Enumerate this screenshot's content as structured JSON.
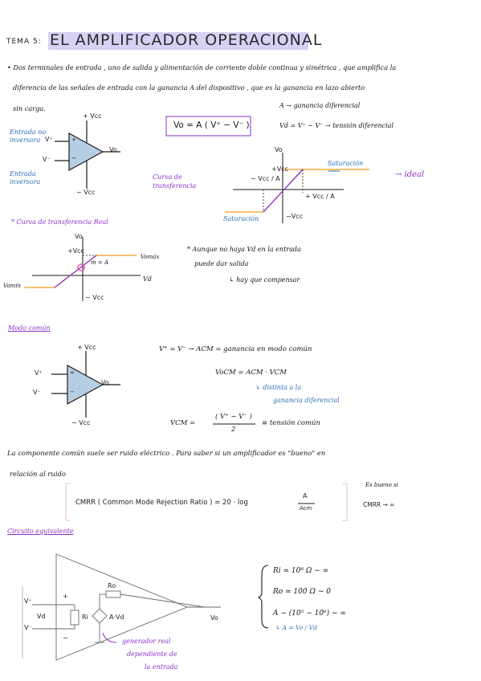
{
  "header": {
    "tag": "TEMA 5:",
    "title": "EL AMPLIFICADOR OPERACIONAL"
  },
  "intro": {
    "line1": "• Dos terminales de entrada , uno de salida y alimentación de corriente doble continua y simétrica , que amplifica la",
    "line2": "diferencia de las señales de entrada con la ganancia A del dispositivo , que es la ganancia en lazo abierto",
    "line3": "sin carga."
  },
  "opamp1": {
    "vcc_pos": "+ Vcc",
    "vcc_neg": "− Vcc",
    "vplus": "V⁺",
    "vminus": "V⁻",
    "vo": "Vo",
    "label_noninv": "Entrada no inversora",
    "label_inv": "Entrada inversora",
    "sign_plus": "+",
    "sign_minus": "−"
  },
  "main_formula": "Vo = A ( V⁺ − V⁻ )",
  "definitions": {
    "a_def": "A → ganancia diferencial",
    "vd_def": "Vd = V⁺ − V⁻ → tensión diferencial"
  },
  "transfer_curve": {
    "label": "Curva de transferencia",
    "vo_axis": "Vo",
    "vcc_pos": "+Vcc",
    "vcc_neg": "−Vcc",
    "neg_x": "− Vcc / A",
    "pos_x": "+ Vcc / A",
    "sat_top": "Saturación",
    "sat_bottom": "Saturación",
    "ideal": "→ ideal"
  },
  "real_curve": {
    "label": "* Curva de transferencia Real",
    "vo_axis": "Vo",
    "vcc_pos": "+Vcc",
    "vcc_neg": "− Vcc",
    "vomax": "Vomáx",
    "vomin": "Vomín",
    "vd": "Vd",
    "slope": "m = A"
  },
  "note": {
    "line1": "* Aunque no haya Vd en la entrada",
    "line2": "puede dar salida",
    "line3": "↳ hay que compensar"
  },
  "common_mode": {
    "heading": "Modo común",
    "eq1": "V⁺ = V⁻  →  ACM = ganancia en modo común",
    "eq2": "VoCM = ACM · VCM",
    "eq2_note1": "↳ distinta a la",
    "eq2_note2": "ganancia diferencial",
    "vcm_lhs": "VCM =",
    "vcm_num": "( V⁺ − V⁻ )",
    "vcm_den": "2",
    "vcm_tail": "≡ tensión común",
    "vcc_pos": "+ Vcc",
    "vcc_neg": "− Vcc",
    "vplus": "V⁺",
    "vminus": "V⁻",
    "vo": "Vo",
    "sign_plus": "+",
    "sign_minus": "−"
  },
  "cmrr": {
    "text1": "La componente común suele ser ruido eléctrico . Para saber si un amplificador es \"bueno\" en",
    "text2": "relación al ruido",
    "formula_lhs": "CMRR ( Common Mode Rejection Ratio ) = 20 · log",
    "frac_num": "A",
    "frac_den": "Acm",
    "good_label": "Es bueno si",
    "good_value": "CMRR → ∞"
  },
  "equivalent": {
    "heading": "Circuito equivalente",
    "vplus": "V⁺",
    "vminus": "V⁻",
    "vd": "Vd",
    "ri": "Ri",
    "ro": "Ro",
    "source": "A·Vd",
    "vo": "Vo",
    "plus": "+",
    "minus": "−",
    "gen_line1": "generador real",
    "gen_line2": "dependiente de",
    "gen_line3": "la entrada",
    "ri_val": "Ri ≃ 10⁸ Ω  ~ ∞",
    "ro_val": "Ro ≃ 100 Ω  ~ 0",
    "a_val": "A ~ (10⁵ − 10⁶) ~ ∞",
    "a_def": "↳ A = Vo / Vd"
  },
  "colors": {
    "blue": "#2d6fb6",
    "purple": "#8b2fc9",
    "title_highlight": "#c9c3f0",
    "orange": "#f39c1f",
    "pink": "#e3479a"
  }
}
